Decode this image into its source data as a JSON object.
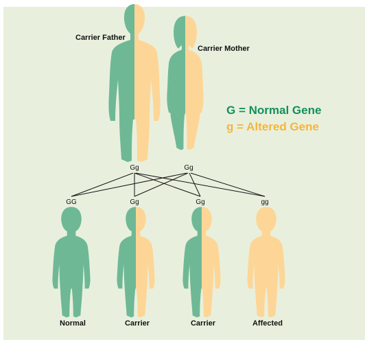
{
  "colors": {
    "normal": "#6fb896",
    "altered": "#fdd697",
    "background": "#e8f0dd",
    "legend_normal": "#13905a",
    "legend_altered": "#f7b43c"
  },
  "parents": [
    {
      "label": "Carrier Father",
      "genotype": "Gg"
    },
    {
      "label": "Carrier Mother",
      "genotype": "Gg"
    }
  ],
  "children": [
    {
      "label": "Normal",
      "genotype": "GG"
    },
    {
      "label": "Carrier",
      "genotype": "Gg"
    },
    {
      "label": "Carrier",
      "genotype": "Gg"
    },
    {
      "label": "Affected",
      "genotype": "gg"
    }
  ],
  "legend": {
    "normal": "G = Normal Gene",
    "altered": "g = Altered Gene"
  }
}
